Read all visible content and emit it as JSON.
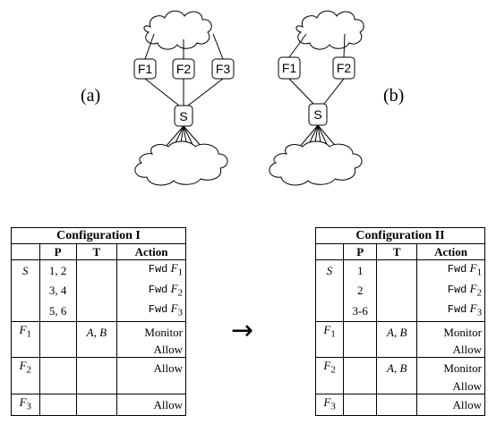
{
  "diagram_a": {
    "caption": "(a)",
    "nodes": {
      "f1": "F1",
      "f2": "F2",
      "f3": "F3",
      "s": "S"
    }
  },
  "diagram_b": {
    "caption": "(b)",
    "nodes": {
      "f1": "F1",
      "f2": "F2",
      "s": "S"
    }
  },
  "arrow": "→",
  "config_1": {
    "title": "Configuration I",
    "headers": [
      "",
      "P",
      "T",
      "Action"
    ],
    "rows": [
      {
        "var": "S",
        "p": "1, 2",
        "t": "",
        "action_kw": "Fwd",
        "action_var": "F",
        "action_sub": "1",
        "group_start": true
      },
      {
        "var": "",
        "p": "3, 4",
        "t": "",
        "action_kw": "Fwd",
        "action_var": "F",
        "action_sub": "2"
      },
      {
        "var": "",
        "p": "5, 6",
        "t": "",
        "action_kw": "Fwd",
        "action_var": "F",
        "action_sub": "3"
      },
      {
        "var": "F",
        "var_sub": "1",
        "p": "",
        "t": "A, B",
        "action": "Monitor",
        "group_start": true
      },
      {
        "var": "",
        "p": "",
        "t": "",
        "action": "Allow"
      },
      {
        "var": "F",
        "var_sub": "2",
        "p": "",
        "t": "",
        "action": "Allow",
        "group_start": true
      },
      {
        "var": "",
        "p": "",
        "t": "",
        "action": ""
      },
      {
        "var": "F",
        "var_sub": "3",
        "p": "",
        "t": "",
        "action": "Allow",
        "group_start": true
      }
    ]
  },
  "config_2": {
    "title": "Configuration II",
    "headers": [
      "",
      "P",
      "T",
      "Action"
    ],
    "rows": [
      {
        "var": "S",
        "p": "1",
        "t": "",
        "action_kw": "Fwd",
        "action_var": "F",
        "action_sub": "1",
        "group_start": true
      },
      {
        "var": "",
        "p": "2",
        "t": "",
        "action_kw": "Fwd",
        "action_var": "F",
        "action_sub": "2"
      },
      {
        "var": "",
        "p": "3-6",
        "t": "",
        "action_kw": "Fwd",
        "action_var": "F",
        "action_sub": "3"
      },
      {
        "var": "F",
        "var_sub": "1",
        "p": "",
        "t": "A, B",
        "action": "Monitor",
        "group_start": true
      },
      {
        "var": "",
        "p": "",
        "t": "",
        "action": "Allow"
      },
      {
        "var": "F",
        "var_sub": "2",
        "p": "",
        "t": "A, B",
        "action": "Monitor",
        "group_start": true
      },
      {
        "var": "",
        "p": "",
        "t": "",
        "action": "Allow"
      },
      {
        "var": "F",
        "var_sub": "3",
        "p": "",
        "t": "",
        "action": "Allow",
        "group_start": true
      }
    ]
  }
}
